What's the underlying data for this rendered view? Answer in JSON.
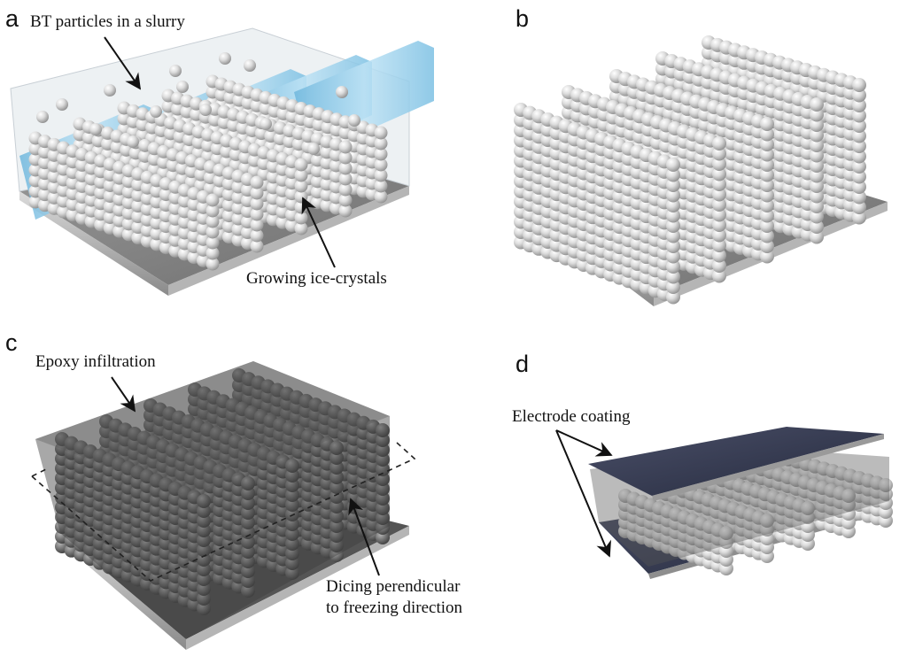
{
  "panels": {
    "a": {
      "letter": "a",
      "label_top": "BT particles in a slurry",
      "label_bottom": "Growing ice-crystals"
    },
    "b": {
      "letter": "b"
    },
    "c": {
      "letter": "c",
      "label_top": "Epoxy infiltration",
      "label_bottom_line1": "Dicing perendicular",
      "label_bottom_line2": "to freezing direction"
    },
    "d": {
      "letter": "d",
      "label_top": "Electrode coating"
    }
  },
  "colors": {
    "ice": "#8fcbea",
    "particle": "#d6d6d6",
    "substrate": "#7d7d7d",
    "epoxy": "#4a4a4a",
    "electrode": "#33384f"
  }
}
